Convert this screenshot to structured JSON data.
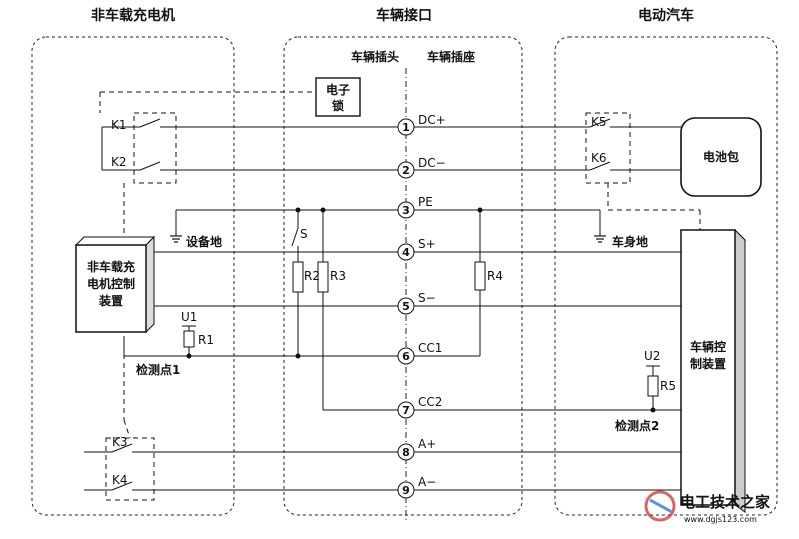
{
  "headers": {
    "charger": "非车载充电机",
    "interface": "车辆接口",
    "vehicle": "电动汽车"
  },
  "interface_sides": {
    "plug": "车辆插头",
    "socket": "车辆插座"
  },
  "pins": [
    {
      "num": "1",
      "label": "DC+"
    },
    {
      "num": "2",
      "label": "DC−"
    },
    {
      "num": "3",
      "label": "PE"
    },
    {
      "num": "4",
      "label": "S+"
    },
    {
      "num": "5",
      "label": "S−"
    },
    {
      "num": "6",
      "label": "CC1"
    },
    {
      "num": "7",
      "label": "CC2"
    },
    {
      "num": "8",
      "label": "A+"
    },
    {
      "num": "9",
      "label": "A−"
    }
  ],
  "charger_controller": "非车载充\n电机控制\n装置",
  "vehicle_controller": "车辆控\n制装置",
  "electronic_lock": "电子\n锁",
  "battery": "电池包",
  "device_ground": "设备地",
  "body_ground": "车身地",
  "switches": {
    "K1": "K1",
    "K2": "K2",
    "K3": "K3",
    "K4": "K4",
    "K5": "K5",
    "K6": "K6",
    "S": "S"
  },
  "resistors": {
    "R1": "R1",
    "R2": "R2",
    "R3": "R3",
    "R4": "R4",
    "R5": "R5"
  },
  "voltages": {
    "U1": "U1",
    "U2": "U2"
  },
  "detection_points": {
    "p1": "检测点1",
    "p2": "检测点2"
  },
  "watermark": {
    "brand": "电工技术之家",
    "url": "www.dgjs123.com"
  }
}
